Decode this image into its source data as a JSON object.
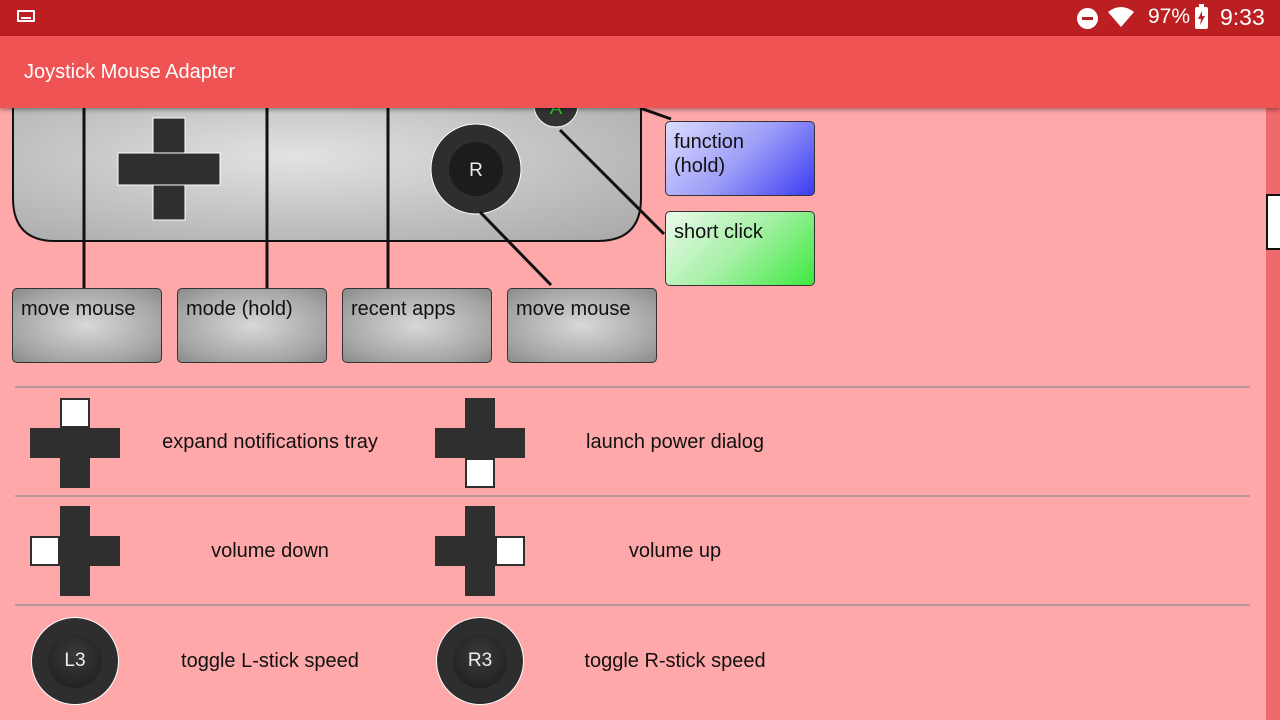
{
  "status_bar": {
    "battery_percent": "97%",
    "time": "9:33",
    "icons": [
      "screen-cast-icon",
      "do-not-disturb-icon",
      "wifi-icon",
      "battery-charging-icon"
    ]
  },
  "app_bar": {
    "title": "Joystick Mouse Adapter"
  },
  "controller": {
    "button_a_label": "A",
    "right_stick_label": "R",
    "callouts": {
      "function_hold": "function\n(hold)",
      "short_click": "short click"
    },
    "bottom_labels": [
      "move mouse",
      "mode (hold)",
      "recent apps",
      "move mouse"
    ]
  },
  "mappings": [
    {
      "left_desc": "expand notifications tray",
      "right_desc": "launch power dialog",
      "left_icon": "dpad-up-icon",
      "right_icon": "dpad-down-icon"
    },
    {
      "left_desc": "volume down",
      "right_desc": "volume up",
      "left_icon": "dpad-left-icon",
      "right_icon": "dpad-right-icon"
    },
    {
      "left_desc": "toggle L-stick speed",
      "right_desc": "toggle R-stick speed",
      "left_stick": "L3",
      "right_stick": "R3"
    }
  ],
  "colors": {
    "status_bar": "#bb1f22",
    "app_bar": "#ef5353",
    "background": "#ffa8aa",
    "function_box": "#4b4bf0",
    "short_click_box": "#44ea44"
  }
}
